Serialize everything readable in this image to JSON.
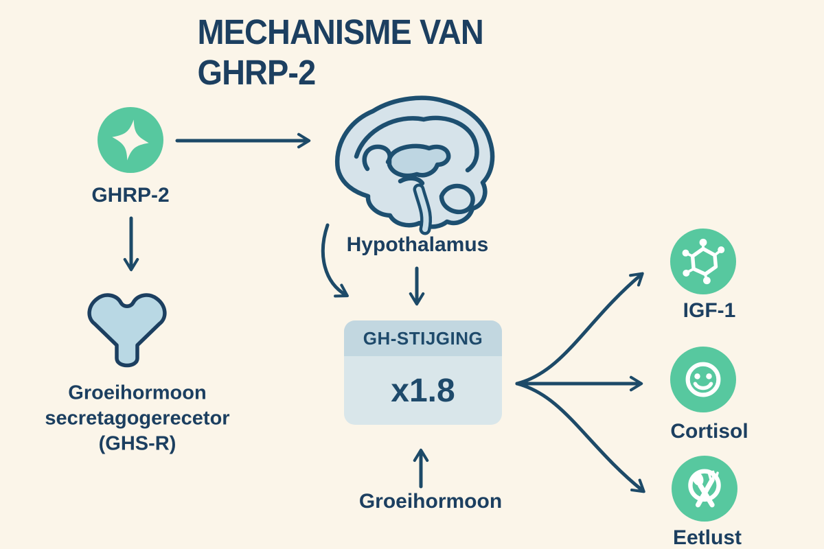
{
  "diagram": {
    "title": "MECHANISME VAN GHRP-2",
    "ghrp2": {
      "label": "GHRP-2",
      "icon": "sparkle-icon"
    },
    "hypothalamus": {
      "label": "Hypothalamus",
      "icon": "brain-icon"
    },
    "receptor": {
      "icon": "y-receptor-icon",
      "line1": "Groeihormoon",
      "line2": "secretagogerecetor",
      "line3": "(GHS-R)"
    },
    "gh_box": {
      "header": "GH-STIJGING",
      "value": "x1.8"
    },
    "groeihormoon": {
      "label": "Groeihormoon"
    },
    "outputs": [
      {
        "label": "IGF-1",
        "icon": "molecule-icon"
      },
      {
        "label": "Cortisol",
        "icon": "smiley-icon"
      },
      {
        "label": "Eetlust",
        "icon": "utensils-icon"
      }
    ],
    "colors": {
      "background": "#fbf5e9",
      "navy": "#1c3f60",
      "arrow": "#1d4a68",
      "green": "#57c89f",
      "icon_fill": "#fbf5e9",
      "brain_fill": "#d6e3ea",
      "brain_inner": "#bed6e2",
      "brain_outline": "#1d4f70",
      "receptor_fill": "#b9d8e4",
      "box_body": "#d9e6ea",
      "box_header": "#c2d7e0",
      "box_text": "#1e4a6b",
      "white": "#ffffff"
    }
  }
}
